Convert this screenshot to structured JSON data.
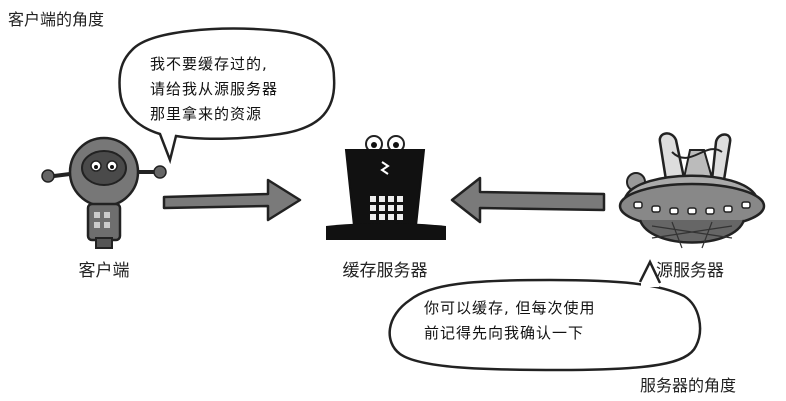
{
  "labels": {
    "client_view": "客户端的角度",
    "server_view": "服务器的角度",
    "client": "客户端",
    "cache_server": "缓存服务器",
    "origin_server": "源服务器"
  },
  "client_bubble": {
    "lines": [
      "我不要缓存过的,",
      "请给我从源服务器",
      "那里拿来的资源"
    ]
  },
  "server_bubble": {
    "lines": [
      "你可以缓存, 但每次使用",
      "前记得先向我确认一下"
    ]
  }
}
